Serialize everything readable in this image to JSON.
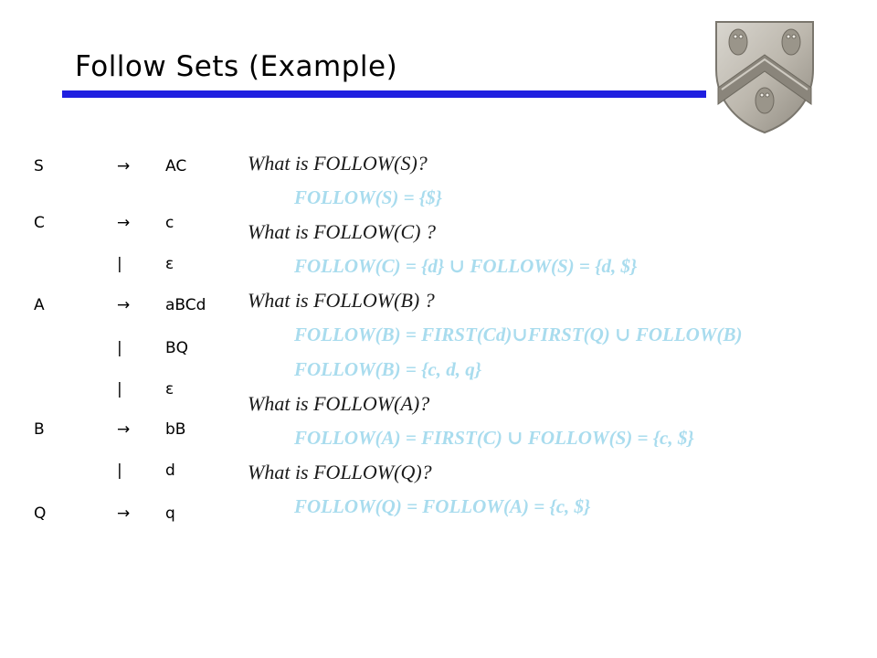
{
  "slide": {
    "title": "Follow Sets (Example)"
  },
  "grammar": {
    "rows": [
      {
        "lhs": "S",
        "arrow": "→",
        "rhs": "AC"
      },
      {
        "lhs": "C",
        "arrow": "→",
        "rhs": "c"
      },
      {
        "lhs": "",
        "arrow": "|",
        "rhs": "ε"
      },
      {
        "lhs": "A",
        "arrow": "→",
        "rhs": "aBCd"
      },
      {
        "lhs": "",
        "arrow": "|",
        "rhs": "BQ"
      },
      {
        "lhs": "",
        "arrow": "|",
        "rhs": "ε"
      },
      {
        "lhs": "B",
        "arrow": "→",
        "rhs": "bB"
      },
      {
        "lhs": "",
        "arrow": "|",
        "rhs": "d"
      },
      {
        "lhs": "Q",
        "arrow": "→",
        "rhs": "q"
      }
    ]
  },
  "qa": [
    {
      "kind": "question",
      "text": "What is FOLLOW(S)?"
    },
    {
      "kind": "answer",
      "text": "FOLLOW(S) = {$}"
    },
    {
      "kind": "question",
      "text": "What is FOLLOW(C) ?"
    },
    {
      "kind": "answer",
      "text": "FOLLOW(C) =  {d}  ∪ FOLLOW(S) = {d, $}"
    },
    {
      "kind": "question",
      "text": "What is FOLLOW(B) ?"
    },
    {
      "kind": "answer",
      "text": "FOLLOW(B) = FIRST(Cd)∪FIRST(Q) ∪ FOLLOW(B)"
    },
    {
      "kind": "answer",
      "text": "FOLLOW(B) = {c, d, q}"
    },
    {
      "kind": "question",
      "text": "What is FOLLOW(A)?"
    },
    {
      "kind": "answer",
      "text": "FOLLOW(A) = FIRST(C) ∪ FOLLOW(S) = {c, $}"
    },
    {
      "kind": "question",
      "text": "What is FOLLOW(Q)?"
    },
    {
      "kind": "answer",
      "text": "FOLLOW(Q) = FOLLOW(A) = {c, $}"
    }
  ],
  "colors": {
    "title_rule": "#1f1fe0",
    "question_text": "#1a1a1a",
    "answer_text": "#a9dcee"
  },
  "icons": {
    "crest": "university-crest-icon"
  }
}
